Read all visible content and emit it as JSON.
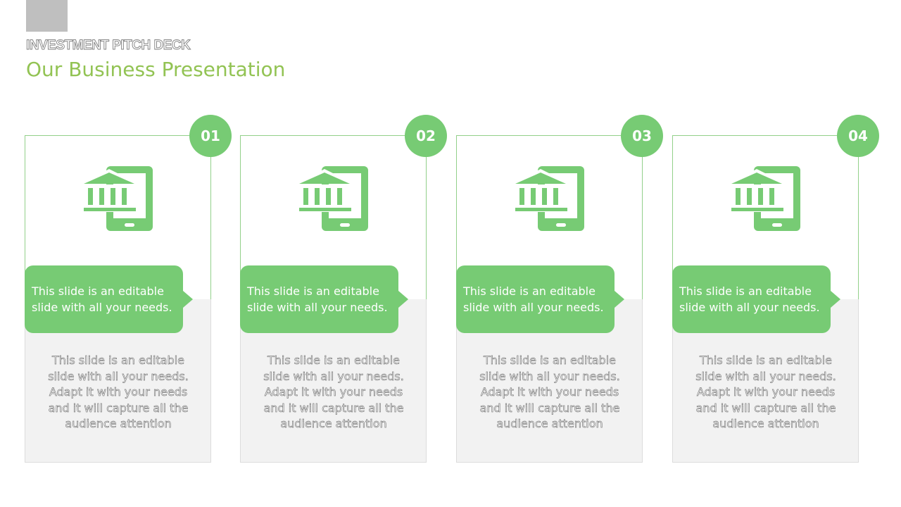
{
  "header": {
    "kicker": "INVESTMENT PITCH DECK",
    "title": "Our Business Presentation"
  },
  "colors": {
    "accent_green": "#77cb74",
    "title_green": "#92c353",
    "panel_gray": "#f2f2f2"
  },
  "cards": [
    {
      "number": "01",
      "icon": "bank-tablet-icon",
      "callout": "This slide is an editable slide with all your needs.",
      "body": "This slide is an editable slide with all your needs. Adapt it with your needs and it will capture all the audience attention"
    },
    {
      "number": "02",
      "icon": "bank-tablet-icon",
      "callout": "This slide is an editable slide with all your needs.",
      "body": "This slide is an editable slide with all your needs. Adapt it with your needs and it will capture all the audience attention"
    },
    {
      "number": "03",
      "icon": "bank-tablet-icon",
      "callout": "This slide is an editable slide with all your needs.",
      "body": "This slide is an editable slide with all your needs. Adapt it with your needs and it will capture all the audience attention"
    },
    {
      "number": "04",
      "icon": "bank-tablet-icon",
      "callout": "This slide is an editable slide with all your needs.",
      "body": "This slide is an editable slide with all your needs. Adapt it with your needs and it will capture all the audience attention"
    }
  ]
}
